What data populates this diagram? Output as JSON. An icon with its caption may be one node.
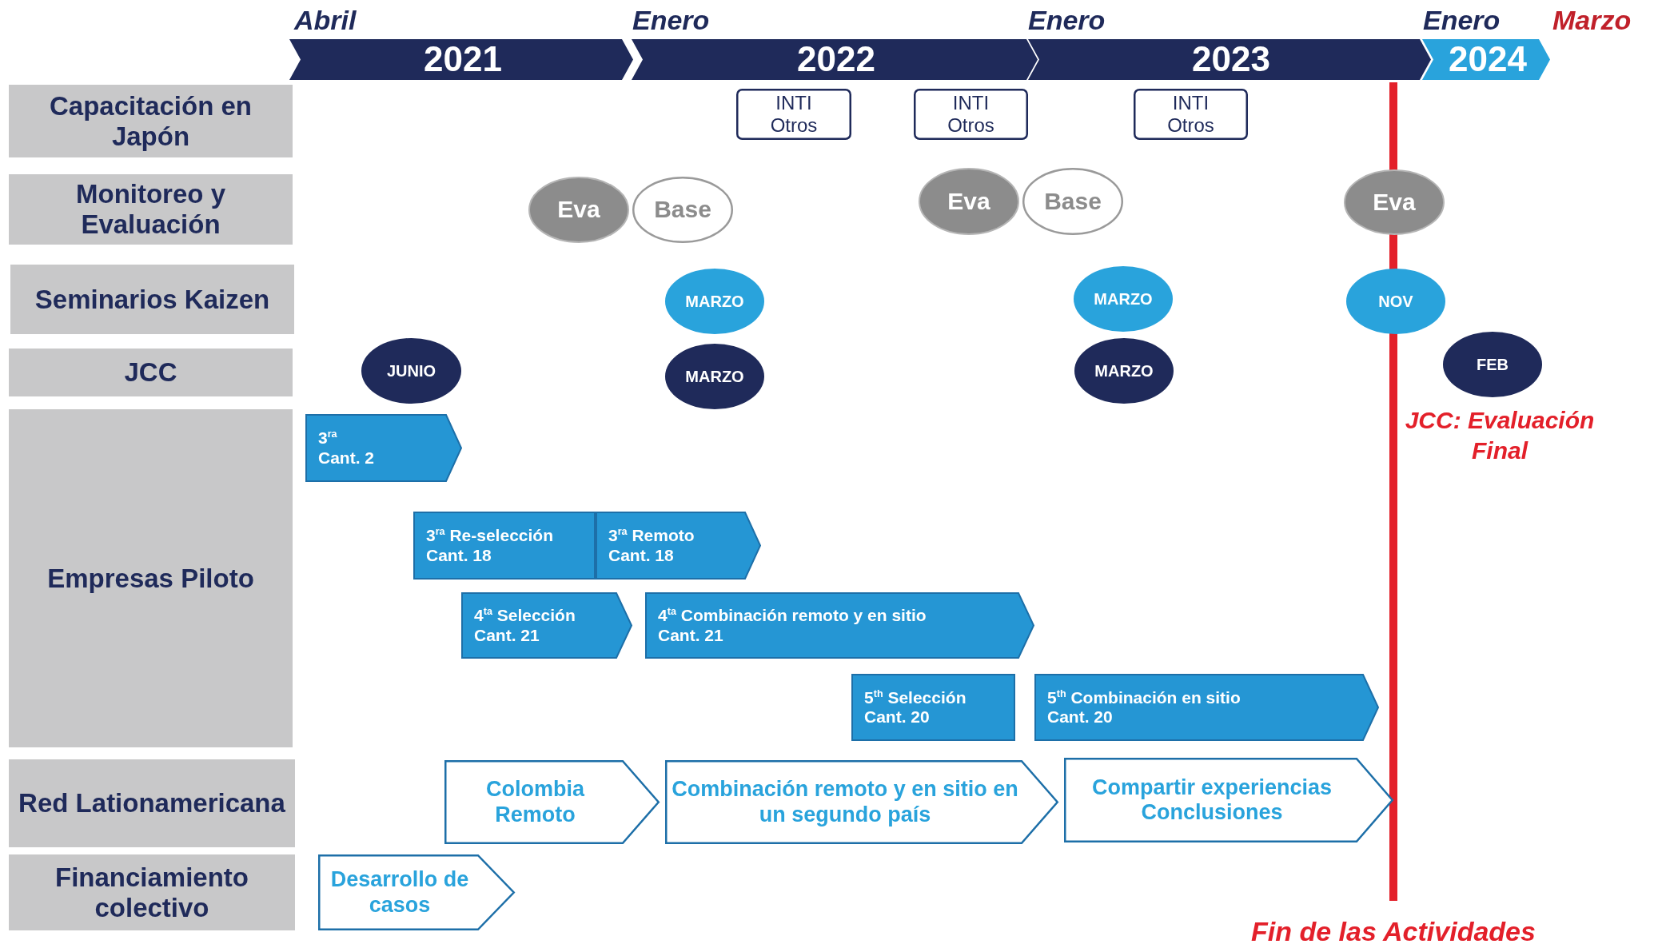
{
  "diagram": {
    "nodes": [
      {
        "text": [
          "2021"
        ]
      },
      {
        "text": [
          "2022"
        ]
      },
      {
        "text": [
          "2023"
        ]
      },
      {
        "text": [
          "2024"
        ]
      },
      {
        "text": [
          "Capacitación en Japón"
        ]
      },
      {
        "text": [
          "INTI",
          "Otros"
        ]
      },
      {
        "text": [
          "INTI",
          "Otros"
        ]
      },
      {
        "text": [
          "INTI",
          "Otros"
        ]
      },
      {
        "text": [
          "Monitoreo y Evaluación"
        ]
      },
      {
        "text": [
          "Eva"
        ]
      },
      {
        "text": [
          "Base"
        ]
      },
      {
        "text": [
          "Eva"
        ]
      },
      {
        "text": [
          "Base"
        ]
      },
      {
        "text": [
          "Eva"
        ]
      },
      {
        "text": [
          "Seminarios Kaizen"
        ]
      },
      {
        "text": [
          "MARZO"
        ]
      },
      {
        "text": [
          "MARZO"
        ]
      },
      {
        "text": [
          "NOV"
        ]
      },
      {
        "text": [
          "JCC"
        ]
      },
      {
        "text": [
          "JUNIO"
        ]
      },
      {
        "text": [
          "MARZO"
        ]
      },
      {
        "text": [
          "MARZO"
        ]
      },
      {
        "text": [
          "FEB"
        ],
        "beside": [
          "JCC: Evaluación Final"
        ]
      },
      {
        "text": [
          "Empresas Piloto"
        ]
      },
      {
        "text": [
          "3$^{ra}$",
          "Cant. 2"
        ]
      },
      {
        "text": [
          "3$^{ra}$ Re-selección",
          "Cant. 18"
        ]
      },
      {
        "text": [
          "3$^{ra}$ Remoto",
          "Cant. 18"
        ]
      },
      {
        "text": [
          "4$^{ta}$ Selección",
          "Cant. 21"
        ]
      },
      {
        "text": [
          "4$^{ta}$ Combinación remoto y en sitio",
          "Cant. 21"
        ]
      },
      {
        "text": [
          "5$^{th}$ Selección",
          "Cant. 20"
        ]
      },
      {
        "text": [
          "5$^{th}$ Combinación en sitio",
          "Cant. 20"
        ]
      },
      {
        "text": [
          "Red Lationamericana"
        ]
      },
      {
        "text": [
          "Colombia Remoto"
        ]
      },
      {
        "text": [
          "Combinación remoto y en sitio en un segundo país"
        ]
      },
      {
        "text": [
          "Compartir experiencias Conclusiones"
        ]
      },
      {
        "text": [
          "Financiamiento colectivo"
        ]
      },
      {
        "text": [
          "Desarrollo de casos"
        ]
      }
    ],
    "labels": [
      "Abril",
      "Enero",
      "Enero",
      "Enero",
      "Marzo",
      "Fin de las Actividades"
    ]
  }
}
